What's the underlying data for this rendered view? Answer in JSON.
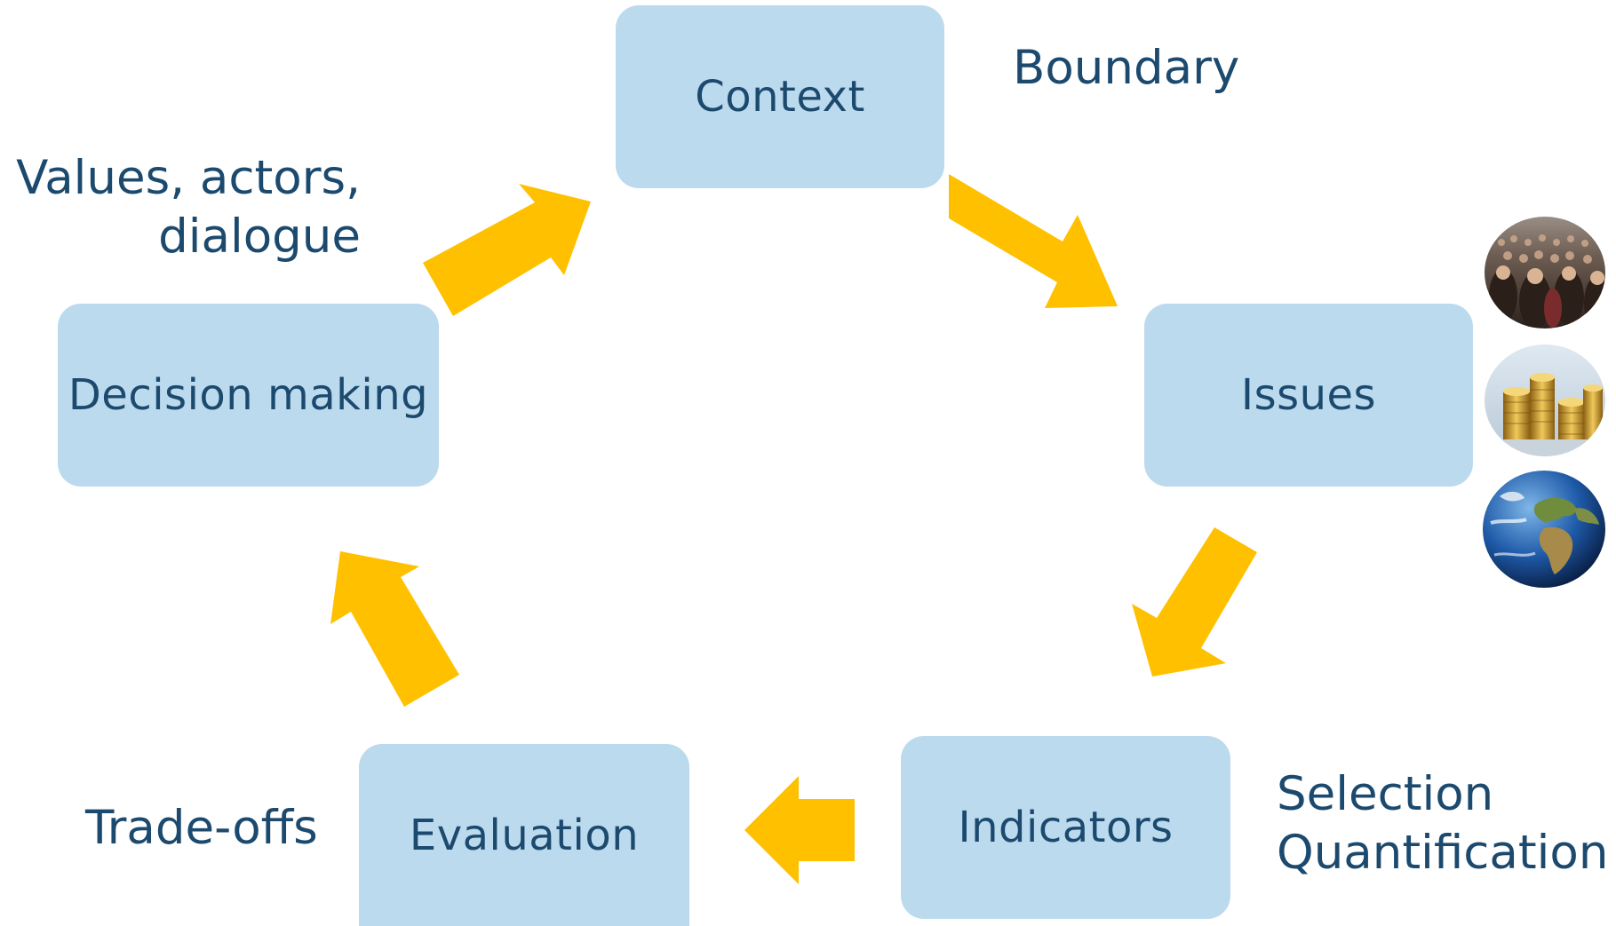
{
  "cycle": {
    "context": "Context",
    "issues": "Issues",
    "indicators": "Indicators",
    "evaluation": "Evaluation",
    "decision_making": "Decision making"
  },
  "notes": {
    "boundary": "Boundary",
    "values_line1": "Values, actors,",
    "values_line2": "dialogue",
    "trade_offs": "Trade-offs",
    "selection": "Selection",
    "quantification": "Quantification"
  },
  "colors": {
    "box_fill": "#bcdaee",
    "arrow_fill": "#ffc000",
    "text": "#1c4a6e"
  },
  "images": [
    "crowd-photo",
    "coins-photo",
    "earth-photo"
  ]
}
